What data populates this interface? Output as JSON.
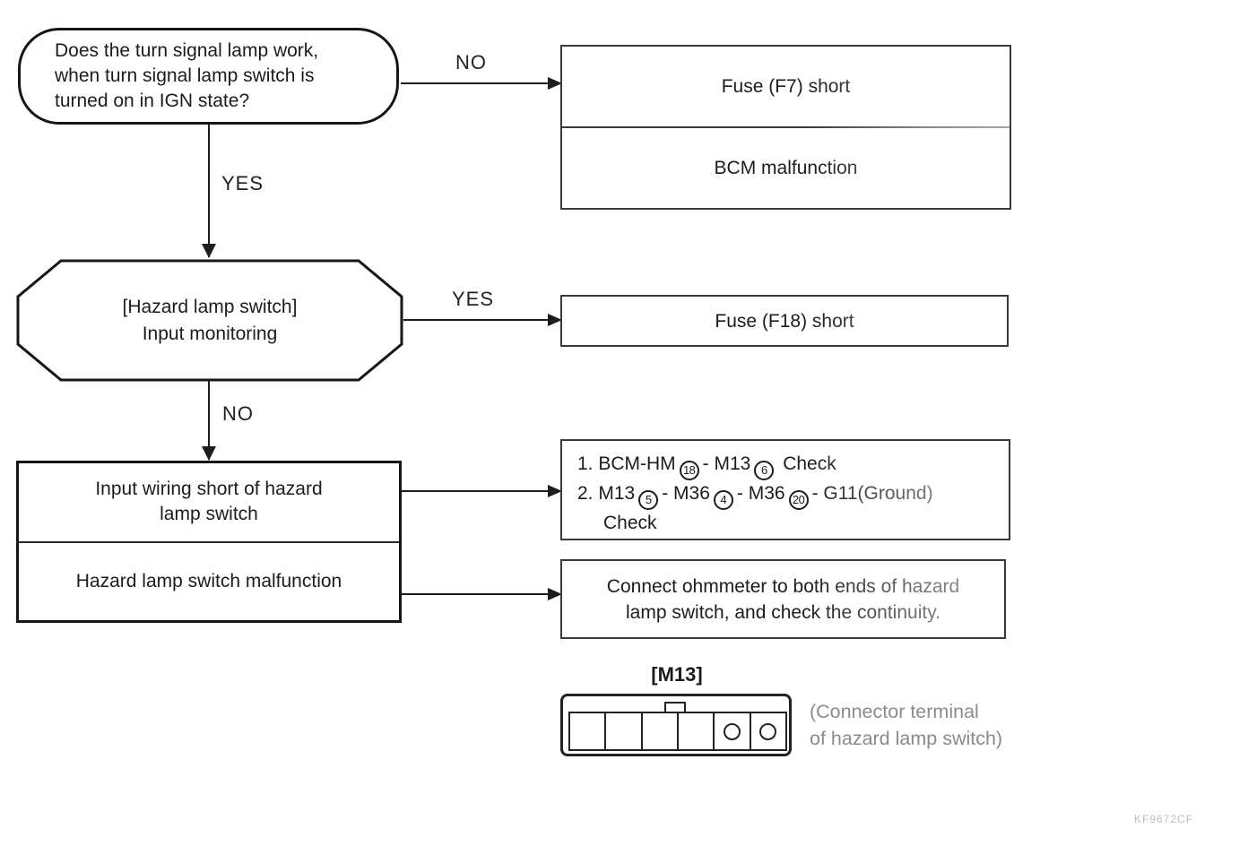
{
  "figure_code": "KF9672CF",
  "flowchart": {
    "decision": {
      "text": "Does the turn signal lamp work,\nwhen turn signal lamp switch is\nturned on in IGN state?"
    },
    "labels": {
      "no_top": "NO",
      "yes_down": "YES",
      "yes_right": "YES",
      "no_down": "NO"
    },
    "hexagon": {
      "text": "[Hazard lamp switch]\nInput monitoring"
    },
    "result_table": {
      "rows": [
        "Fuse (F7) short",
        "BCM malfunction"
      ]
    },
    "fuse_f18": {
      "text": "Fuse (F18) short"
    },
    "cause_table": {
      "rows": [
        "Input wiring short of hazard\nlamp switch",
        "Hazard lamp switch malfunction"
      ]
    },
    "checklist": {
      "lines": [
        [
          {
            "text": "1. BCM-HM"
          },
          {
            "text": "18",
            "circle": true
          },
          {
            "text": "- M13"
          },
          {
            "text": "6",
            "circle": true
          },
          {
            "text": " Check"
          }
        ],
        [
          {
            "text": "2. M13"
          },
          {
            "text": "5",
            "circle": true
          },
          {
            "text": "- M36"
          },
          {
            "text": "4",
            "circle": true
          },
          {
            "text": "- M36"
          },
          {
            "text": "20",
            "circle": true
          },
          {
            "text": "- G11(Ground)"
          }
        ],
        [
          {
            "text": "Check"
          }
        ]
      ]
    },
    "ohmmeter": {
      "text": "Connect ohmmeter to both ends of hazard\nlamp switch, and check the continuity."
    },
    "connector": {
      "title": "[M13]",
      "cells": 6,
      "circle_cells": [
        5,
        6
      ],
      "caption": "(Connector terminal\nof hazard lamp switch)"
    }
  }
}
